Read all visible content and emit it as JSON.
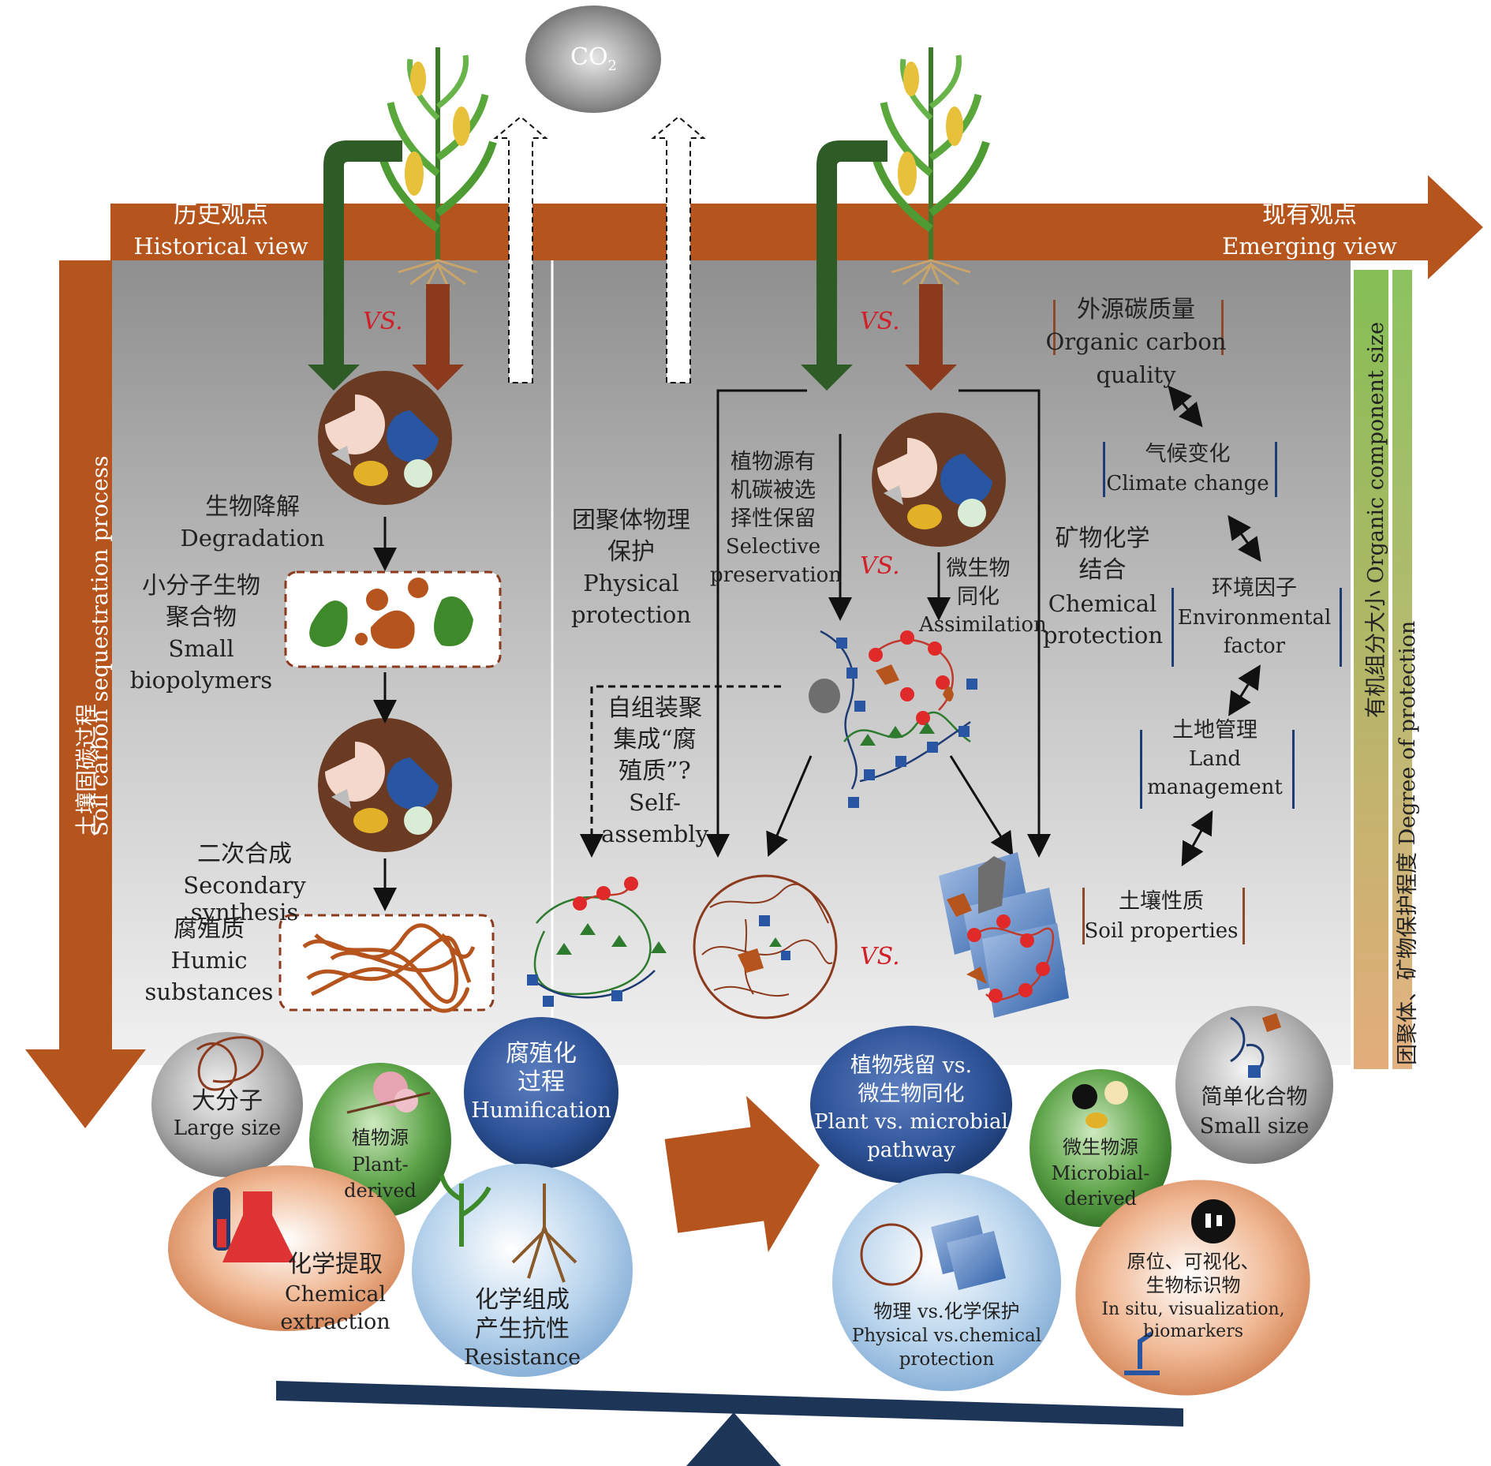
{
  "co2": {
    "label": "CO",
    "sub": "2"
  },
  "top_axis": {
    "historical_zh": "历史观点",
    "historical_en": "Historical view",
    "emerging_zh": "现有观点",
    "emerging_en": "Emerging view"
  },
  "left_axis": {
    "zh": "土壤固碳过程",
    "en": "Soil carbon sequestration process"
  },
  "right_axis": {
    "size_label": "有机组分大小 Organic component size",
    "protection_label": "团聚体、矿物保护程度 Degree of protection"
  },
  "vs_label": "VS.",
  "historical": {
    "degradation_zh": "生物降解",
    "degradation_en": "Degradation",
    "small_bio_zh1": "小分子生物",
    "small_bio_zh2": "聚合物",
    "small_bio_en1": "Small",
    "small_bio_en2": "biopolymers",
    "secondary_zh": "二次合成",
    "secondary_en": "Secondary synthesis",
    "humic_zh": "腐殖质",
    "humic_en1": "Humic",
    "humic_en2": "substances"
  },
  "emerging": {
    "physical_zh1": "团聚体物理",
    "physical_zh2": "保护",
    "physical_en1": "Physical",
    "physical_en2": "protection",
    "selective_zh1": "植物源有",
    "selective_zh2": "机碳被选",
    "selective_zh3": "择性保留",
    "selective_en1": "Selective",
    "selective_en2": "preservation",
    "assim_zh1": "微生物",
    "assim_zh2": "同化",
    "assim_en": "Assimilation",
    "chemical_zh1": "矿物化学",
    "chemical_zh2": "结合",
    "chemical_en1": "Chemical",
    "chemical_en2": "protection",
    "self_zh1": "自组装聚",
    "self_zh2": "集成“腐",
    "self_zh3": "殖质”?",
    "self_en1": "Self-",
    "self_en2": "assembly"
  },
  "factors": {
    "quality_zh": "外源碳质量",
    "quality_en1": "Organic carbon",
    "quality_en2": "quality",
    "climate_zh": "气候变化",
    "climate_en": "Climate change",
    "env_zh": "环境因子",
    "env_en1": "Environmental",
    "env_en2": "factor",
    "land_zh": "土地管理",
    "land_en1": "Land",
    "land_en2": "management",
    "soil_zh": "土壤性质",
    "soil_en": "Soil properties"
  },
  "bubbles": {
    "large_zh": "大分子",
    "large_en": "Large size",
    "plant_zh": "植物源",
    "plant_en1": "Plant-",
    "plant_en2": "derived",
    "humif_zh1": "腐殖化",
    "humif_zh2": "过程",
    "humif_en": "Humification",
    "chem_zh": "化学提取",
    "chem_en1": "Chemical",
    "chem_en2": "extraction",
    "resist_zh1": "化学组成",
    "resist_zh2": "产生抗性",
    "resist_en": "Resistance",
    "pathway_zh1": "植物残留 vs.",
    "pathway_zh2": "微生物同化",
    "pathway_en1": "Plant vs. microbial",
    "pathway_en2": "pathway",
    "physchem_zh": "物理 vs.化学保护",
    "physchem_en1": "Physical vs.chemical",
    "physchem_en2": "protection",
    "microbial_zh": "微生物源",
    "microbial_en1": "Microbial-",
    "microbial_en2": "derived",
    "small_zh": "简单化合物",
    "small_en": "Small size",
    "insitu_zh1": "原位、可视化、",
    "insitu_zh2": "生物标识物",
    "insitu_en1": "In situ, visualization,",
    "insitu_en2": "biomarkers"
  },
  "colors": {
    "orange_arrow": "#b5541c",
    "green_arrow": "#2e5b26",
    "brown_arrow": "#8b3a1e",
    "navy": "#1f3b73",
    "balance": "#1d3557"
  }
}
